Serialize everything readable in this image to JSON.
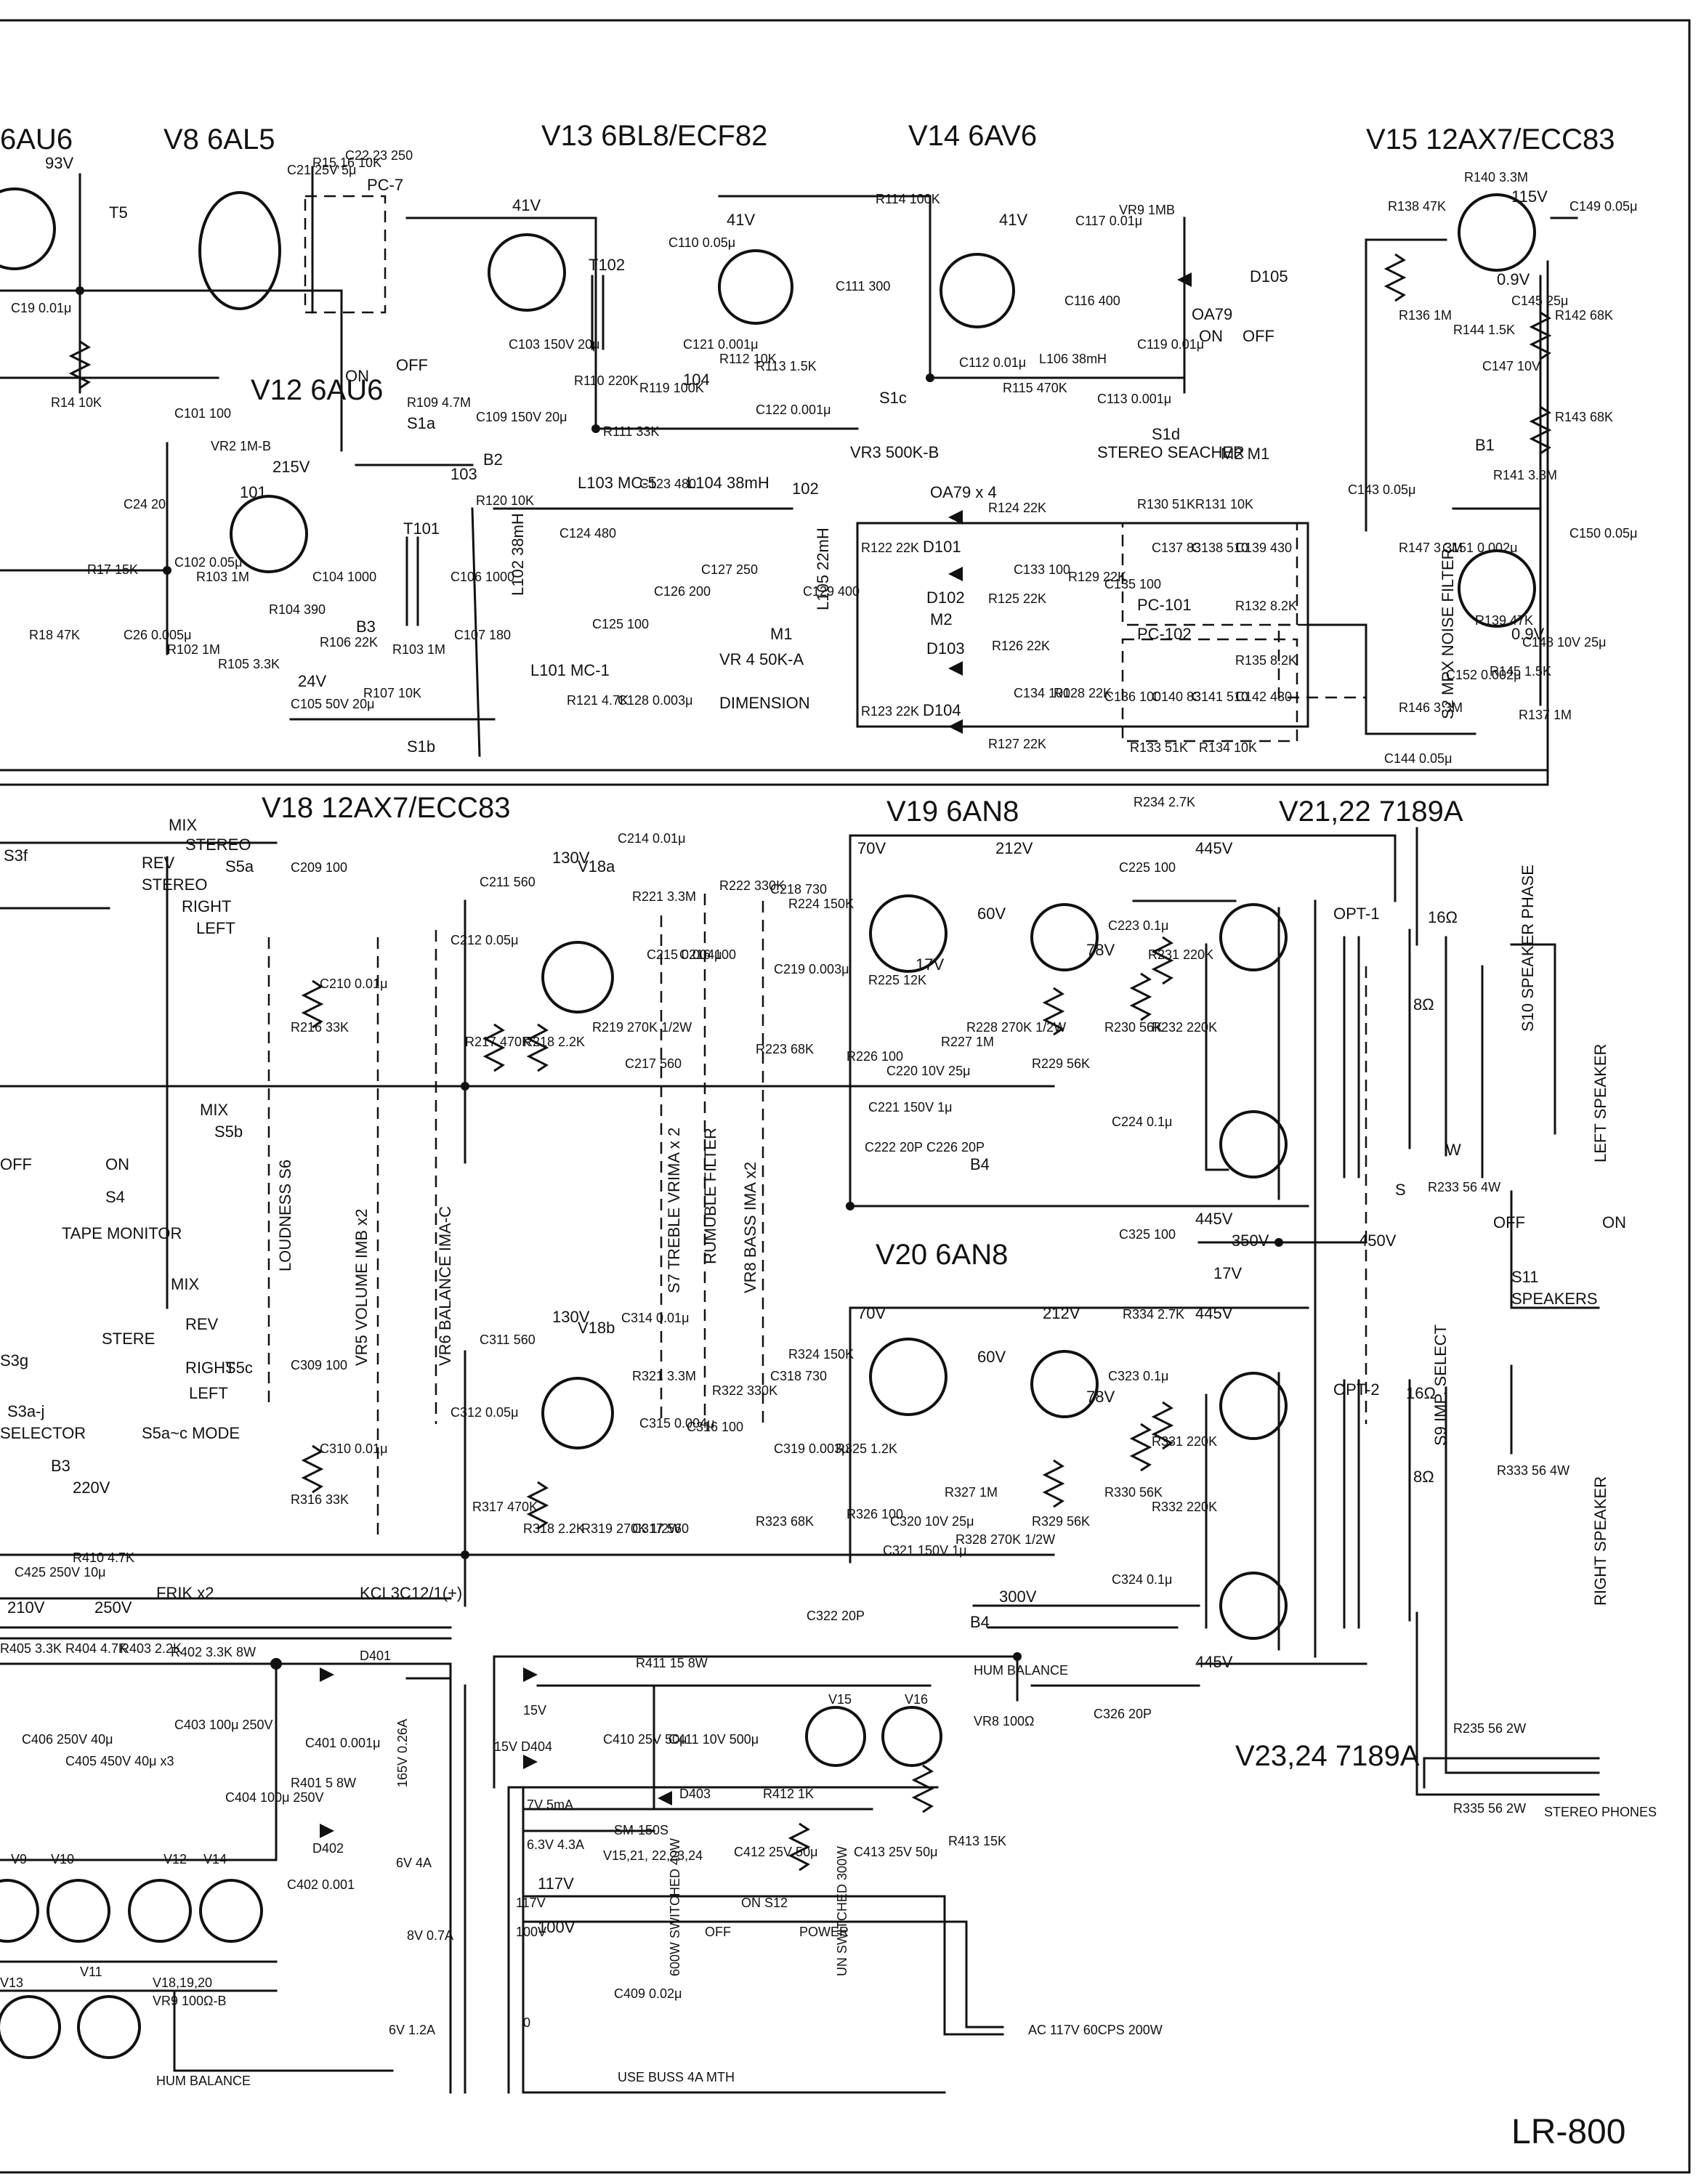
{
  "tubes_top": [
    "6AU6",
    "V8 6AL5",
    "V13 6BL8/ECF82",
    "V14 6AV6",
    "V15 12AX7/ECC83",
    "V12 6AU6"
  ],
  "tubes_mid": [
    "V18 12AX7/ECC83",
    "V19 6AN8",
    "V21,22 7189A",
    "V20 6AN8",
    "V23,24 7189A"
  ],
  "voltages": [
    "93V",
    "41V",
    "41V",
    "41V",
    "115V",
    "215V",
    "130V",
    "130V",
    "70V",
    "212V",
    "445V",
    "445V",
    "350V",
    "450V",
    "70V",
    "212V",
    "445V",
    "445V",
    "220V",
    "250V",
    "210V",
    "300V",
    "117V",
    "100V",
    "24V",
    "17V",
    "17V",
    "78V",
    "78V",
    "60V",
    "60V",
    "0.9V",
    "0.9V"
  ],
  "labels_top": [
    "PC-7",
    "T5",
    "T102",
    "T101",
    "OA79",
    "D105",
    "ON",
    "OFF",
    "ON",
    "OFF",
    "S1a",
    "S1c",
    "S1d",
    "STEREO SEACHER",
    "M2 M1",
    "OA79 x 4",
    "D101",
    "D102",
    "D103",
    "D104",
    "PC-101",
    "PC-102",
    "VR 4 50K-A",
    "DIMENSION",
    "VR3 500K-B",
    "S2 MPX NOISE FILTER",
    "B1",
    "B2",
    "B3",
    "M1",
    "M2",
    "S1b",
    "104",
    "103",
    "102",
    "101",
    "L103 MC-5",
    "L104 38mH",
    "L102 38mH",
    "L101 MC-1",
    "L105 22mH"
  ],
  "components_top": [
    "C21 25V 5μ",
    "R15,16 10K",
    "C22,23 250",
    "C19 0.01μ",
    "R14 10K",
    "C101 100",
    "VR2 1M-B",
    "C24 20",
    "R17 15K",
    "C26 0.005μ",
    "R18 47K",
    "R102 1M",
    "C102 0.05μ",
    "R103 1M",
    "R104 390",
    "R105 3.3K",
    "C104 1000",
    "R106 22K",
    "R107 10K",
    "R103 1M",
    "C105 50V 20μ",
    "C106 1000",
    "C107 180",
    "R109 4.7M",
    "C103 150V 20μ",
    "C109 150V 20μ",
    "R110 220K",
    "R111 33K",
    "R119 100K",
    "C110 0.05μ",
    "C121 0.001μ",
    "R112 10K",
    "R113 1.5K",
    "C111 300",
    "C122 0.001μ",
    "R114 100K",
    "C117 0.01μ",
    "VR9 1MB",
    "C116 400",
    "C119 0.01μ",
    "C112 0.01μ",
    "R115 470K",
    "L106 38mH",
    "C113 0.001μ",
    "R120 10K",
    "C123 480",
    "C124 480",
    "C125 100",
    "C126 200",
    "C127 250",
    "C128 0.003μ",
    "C129 400",
    "R121 4.7K",
    "R122 22K",
    "R123 22K",
    "R124 22K",
    "R125 22K",
    "R126 22K",
    "R127 22K",
    "R128 22K",
    "R129 22K",
    "C133 100",
    "C134 100",
    "C135 100",
    "C136 100",
    "R130 51K",
    "R131 10K",
    "R132 8.2K",
    "R133 51K",
    "R134 10K",
    "R135 8.2K",
    "C137 83",
    "C138 510",
    "C139 430",
    "C140 83",
    "C141 510",
    "C142 430",
    "C143 0.05μ",
    "C144 0.05μ",
    "R136 1M",
    "R138 47K",
    "R140 3.3M",
    "C149 0.05μ",
    "R144 1.5K",
    "C145 25μ",
    "C147 10V",
    "R142 68K",
    "R143 68K",
    "R141 3.3M",
    "R147 3.3M",
    "C151 0.002μ",
    "R146 3.3M",
    "C152 0.002μ",
    "R139 47K",
    "R145 1.5K",
    "C148 10V 25μ",
    "R137 1M",
    "C150 0.05μ"
  ],
  "components_mid": [
    "C209 100",
    "C210 0.01μ",
    "C211 560",
    "C212 0.05μ",
    "R216 33K",
    "R217 470K",
    "R218 2.2K",
    "R219 270K 1/2W",
    "C214 0.01μ",
    "R221 3.3M",
    "R222 330K",
    "C215 0.004μ",
    "C216 100",
    "C217 560",
    "C218 730",
    "R224 150K",
    "C219 0.003μ",
    "R223 68K",
    "R225 12K",
    "R226 100",
    "C220 10V 25μ",
    "R227 1M",
    "R228 270K 1/2W",
    "C221 150V 1μ",
    "R229 56K",
    "R230 56K",
    "C223 0.1μ",
    "R231 220K",
    "R232 220K",
    "C224 0.1μ",
    "C222 20P",
    "C226 20P",
    "R234 2.7K",
    "C225 100",
    "R233 56 4W",
    "C309 100",
    "C310 0.01μ",
    "C311 560",
    "C312 0.05μ",
    "R316 33K",
    "R317 470K",
    "R318 2.2K",
    "R319 270K 1/2W",
    "C314 0.01μ",
    "R321 3.3M",
    "R322 330K",
    "C315 0.004μ",
    "C316 100",
    "C317 560",
    "C318 730",
    "R324 150K",
    "C319 0.003μ",
    "R323 68K",
    "R325 1.2K",
    "R326 100",
    "C320 10V 25μ",
    "R327 1M",
    "R328 270K 1/2W",
    "C321 150V 1μ",
    "R329 56K",
    "R330 56K",
    "C323 0.1μ",
    "R331 220K",
    "R332 220K",
    "C324 0.1μ",
    "C322 20P",
    "C325 100",
    "R334 2.7K",
    "R333 56 4W",
    "C425 250V 10μ",
    "R410 4.7K"
  ],
  "labels_mid": [
    "MIX",
    "STEREO",
    "REV",
    "STEREO",
    "RIGHT",
    "LEFT",
    "S5a",
    "S3f",
    "LOUDNESS S6",
    "VR5 VOLUME IMB x2",
    "VR6 BALANCE IMA-C",
    "S7 TREBLE VRIMA x 2",
    "RUMUBLE FILTER",
    "VR8 BASS IMA x2",
    "OPT-1",
    "OPT-2",
    "16Ω",
    "8Ω",
    "16Ω",
    "8Ω",
    "S10 SPEAKER PHASE",
    "LEFT SPEAKER",
    "RIGHT SPEAKER",
    "S9 IMP. SELECT",
    "OFF",
    "ON",
    "S11",
    "SPEAKERS",
    "S",
    "W",
    "B4",
    "B4",
    "V18a",
    "V18b",
    "MIX",
    "S5b",
    "OFF",
    "ON",
    "S4",
    "TAPE MONITOR",
    "MIX",
    "REV",
    "STERE",
    "RIGHT",
    "LEFT",
    "S5c",
    "S5a~c MODE",
    "S3g",
    "S3a-j",
    "SELECTOR",
    "B3",
    "FRIK x2",
    "KCL3C12/1(+)"
  ],
  "components_bottom": [
    "R405 3.3K",
    "R404 4.7K",
    "R403 2.2K",
    "R402 3.3K 8W",
    "D401",
    "C406 250V 40μ",
    "C405 450V 40μ x3",
    "C403 100μ 250V",
    "C401 0.001μ",
    "R401 5 8W",
    "C404 100μ 250V",
    "D402",
    "C402 0.001",
    "165V 0.26A",
    "6V 4A",
    "8V 0.7A",
    "6V 1.2A",
    "15V",
    "15V D404",
    "R411 15 8W",
    "C410 25V 50μ",
    "C411 10V 500μ",
    "V15",
    "V16",
    "HUM BALANCE",
    "VR8 100Ω",
    "C326 20P",
    "D403",
    "R412 1K",
    "C412 25V 50μ",
    "C413 25V 50μ",
    "R413 15K",
    "7V 5mA",
    "6.3V 4.3A",
    "V15,21, 22,23,24",
    "SM-150S",
    "117V",
    "100V",
    "0",
    "ON S12",
    "OFF",
    "POWER",
    "C409 0.02μ",
    "600W SWITCHED 40W",
    "UN SWITCHED 300W",
    "AC 117V 60CPS 200W",
    "USE BUSS 4A MTH",
    "V9",
    "V10",
    "V12",
    "V14",
    "V13",
    "V11",
    "V18,19,20",
    "VR9 100Ω-B",
    "HUM BALANCE",
    "R235 56 2W",
    "R335 56 2W",
    "STEREO PHONES"
  ],
  "model": "LR-800"
}
